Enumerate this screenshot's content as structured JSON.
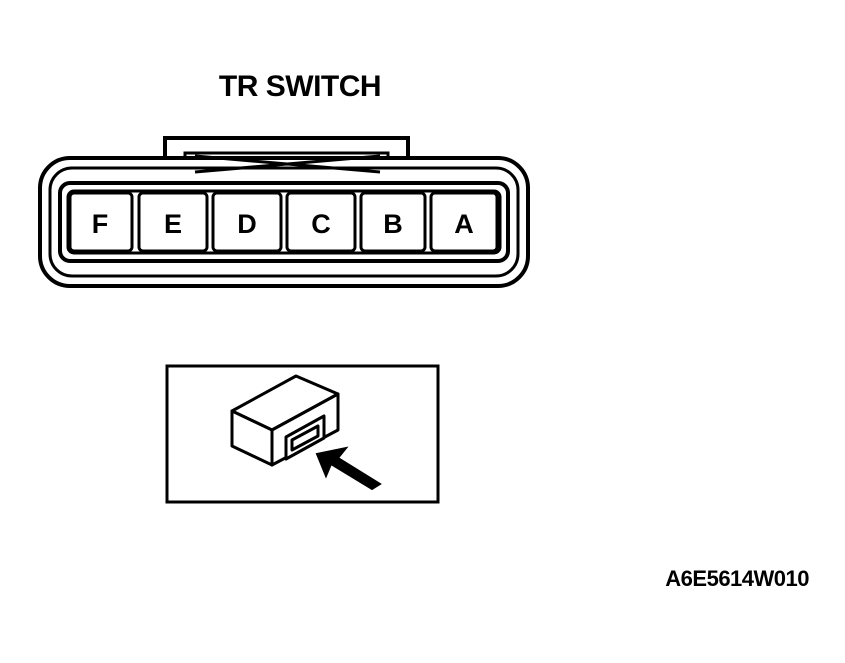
{
  "diagram": {
    "title": "TR SWITCH",
    "pins": [
      "F",
      "E",
      "D",
      "C",
      "B",
      "A"
    ],
    "reference_code": "A6E5614W010"
  },
  "icons": {
    "connector_view": "connector-view-arrow-icon"
  },
  "colors": {
    "ink": "#000000",
    "background": "#ffffff"
  }
}
